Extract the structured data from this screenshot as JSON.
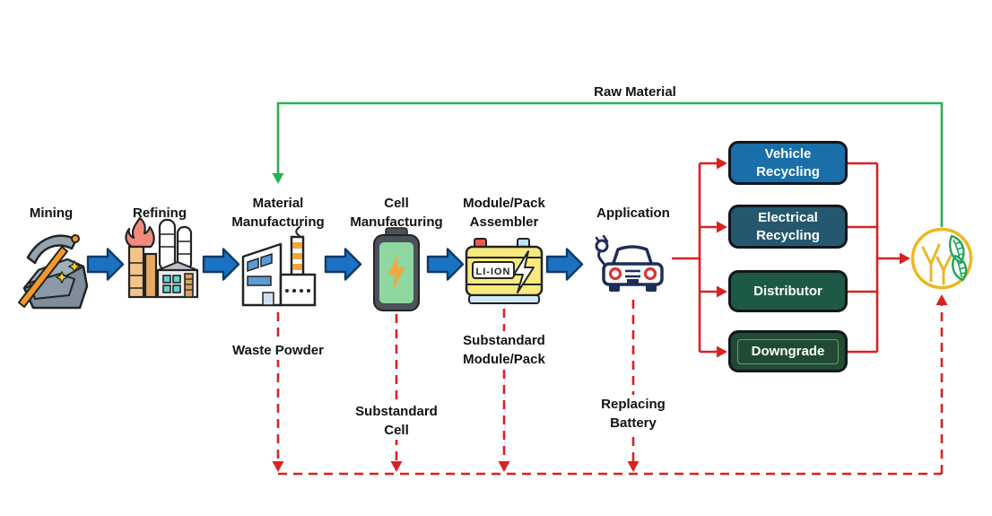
{
  "raw_material_label": "Raw Material",
  "stages": [
    {
      "label": "Mining",
      "icon": "mining-pickaxe-icon"
    },
    {
      "label": "Refining",
      "icon": "refinery-plant-icon"
    },
    {
      "label": "Material Manufacturing",
      "icon": "factory-icon"
    },
    {
      "label": "Cell Manufacturing",
      "icon": "battery-cell-icon"
    },
    {
      "label": "Module/Pack Assembler",
      "icon": "battery-pack-icon"
    },
    {
      "label": "Application",
      "icon": "electric-car-icon"
    }
  ],
  "waste_flows": [
    {
      "label": "Waste Powder"
    },
    {
      "label": "Substandard Cell"
    },
    {
      "label": "Substandard Module/Pack"
    },
    {
      "label": "Replacing Battery"
    }
  ],
  "end_of_life": [
    {
      "label": "Vehicle Recycling",
      "color": "#1a6fa8"
    },
    {
      "label": "Electrical Recycling",
      "color": "#25586e"
    },
    {
      "label": "Distributor",
      "color": "#1d5a45"
    },
    {
      "label": "Downgrade",
      "color": "#1f4b33"
    }
  ],
  "battery_pack_text": "LI-ION",
  "colors": {
    "process_arrow_blue": "#1c72c2",
    "recycle_line_red": "#d92121",
    "raw_material_green": "#25b356",
    "eco_circle_gold": "#eab824",
    "leaf_green": "#17a457",
    "box_border": "#10161f",
    "box_text": "#ffffff",
    "label_text": "#121212"
  }
}
